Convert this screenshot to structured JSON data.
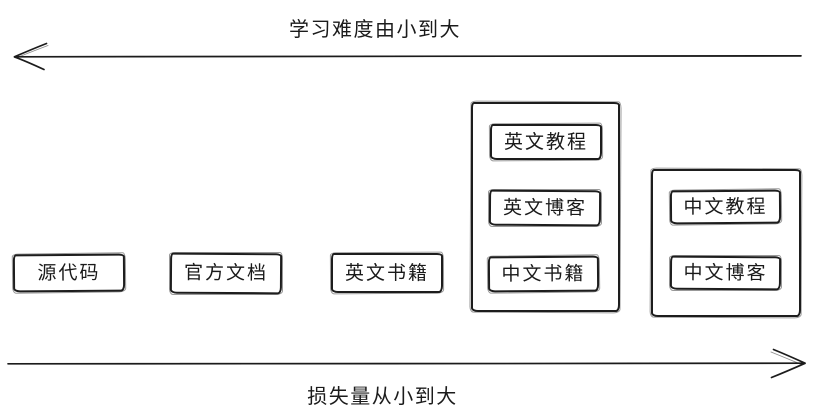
{
  "axes": {
    "top": {
      "label": "学习难度由小到大",
      "direction": "left"
    },
    "bottom": {
      "label": "损失量从小到大",
      "direction": "right"
    }
  },
  "nodes": [
    {
      "label": "源代码"
    },
    {
      "label": "官方文档"
    },
    {
      "label": "英文书籍"
    }
  ],
  "groups": [
    {
      "items": [
        {
          "label": "英文教程"
        },
        {
          "label": "英文博客"
        },
        {
          "label": "中文书籍"
        }
      ]
    },
    {
      "items": [
        {
          "label": "中文教程"
        },
        {
          "label": "中文博客"
        }
      ]
    }
  ],
  "colors": {
    "stroke": "#1c1c1c",
    "background": "#ffffff"
  }
}
